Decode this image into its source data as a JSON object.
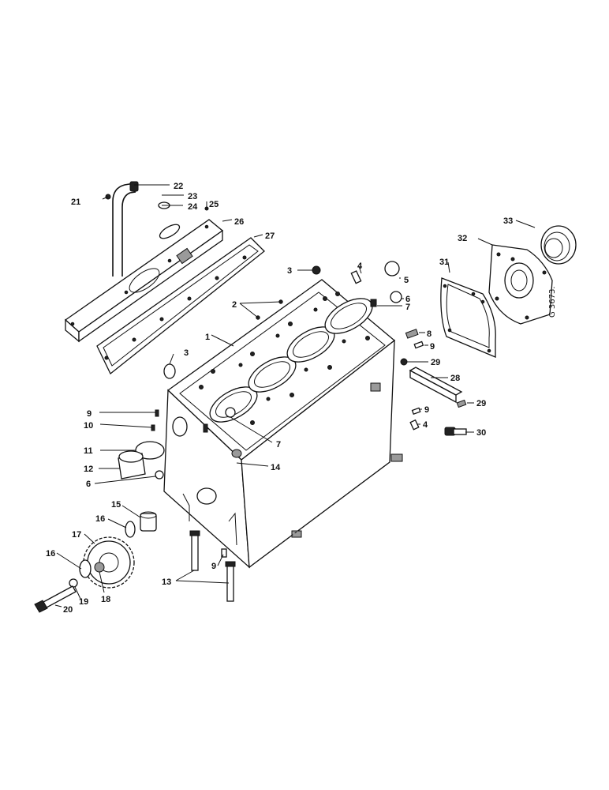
{
  "drawing_ref": "G 3673.",
  "callouts": {
    "c1": "1",
    "c2": "2",
    "c3a": "3",
    "c3b": "3",
    "c4a": "4",
    "c4b": "4",
    "c5": "5",
    "c6a": "6",
    "c6b": "6",
    "c7a": "7",
    "c7b": "7",
    "c8": "8",
    "c9a": "9",
    "c9b": "9",
    "c9c": "9",
    "c9d": "9",
    "c10": "10",
    "c11": "11",
    "c12": "12",
    "c13": "13",
    "c14": "14",
    "c15": "15",
    "c16a": "16",
    "c16b": "16",
    "c17": "17",
    "c18": "18",
    "c19": "19",
    "c20": "20",
    "c21": "21",
    "c22": "22",
    "c23": "23",
    "c24": "24",
    "c25": "25",
    "c26": "26",
    "c27": "27",
    "c28": "28",
    "c29a": "29",
    "c29b": "29",
    "c30": "30",
    "c31": "31",
    "c32": "32",
    "c33": "33"
  }
}
